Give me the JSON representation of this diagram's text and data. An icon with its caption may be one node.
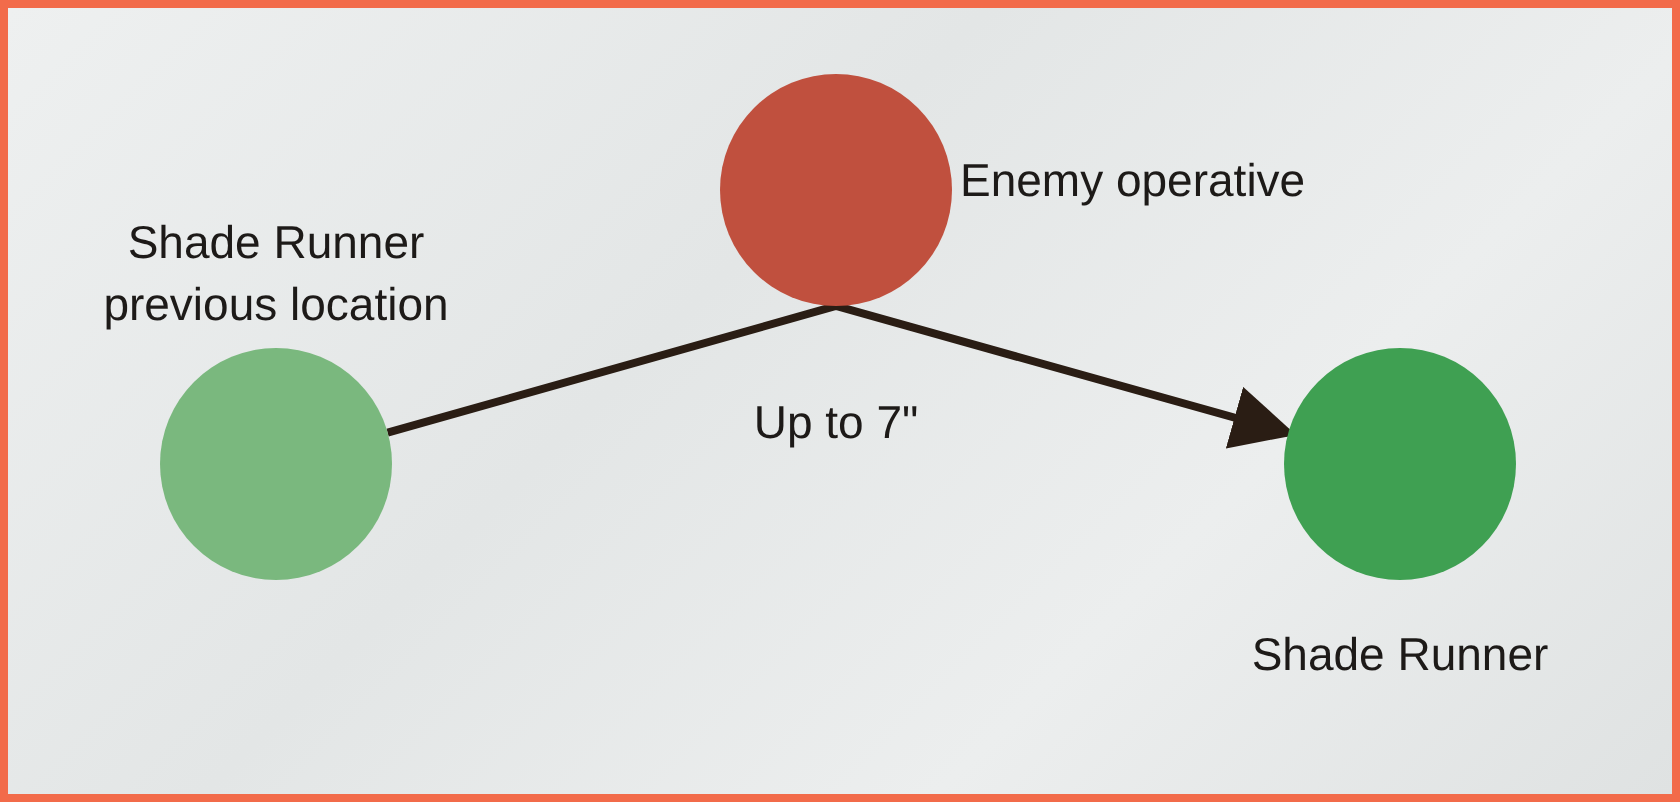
{
  "diagram": {
    "nodes": [
      {
        "text": [],
        "shape": "circle",
        "beside": [
          "Shade Runner previous location"
        ]
      },
      {
        "text": [],
        "shape": "circle",
        "beside": [
          "Enemy operative"
        ]
      },
      {
        "text": [],
        "shape": "circle",
        "beside": [
          "Shade Runner"
        ]
      }
    ],
    "edges": [
      {
        "from": 0,
        "to": 2,
        "arrow": "to",
        "label": "Up to 7\""
      }
    ]
  }
}
